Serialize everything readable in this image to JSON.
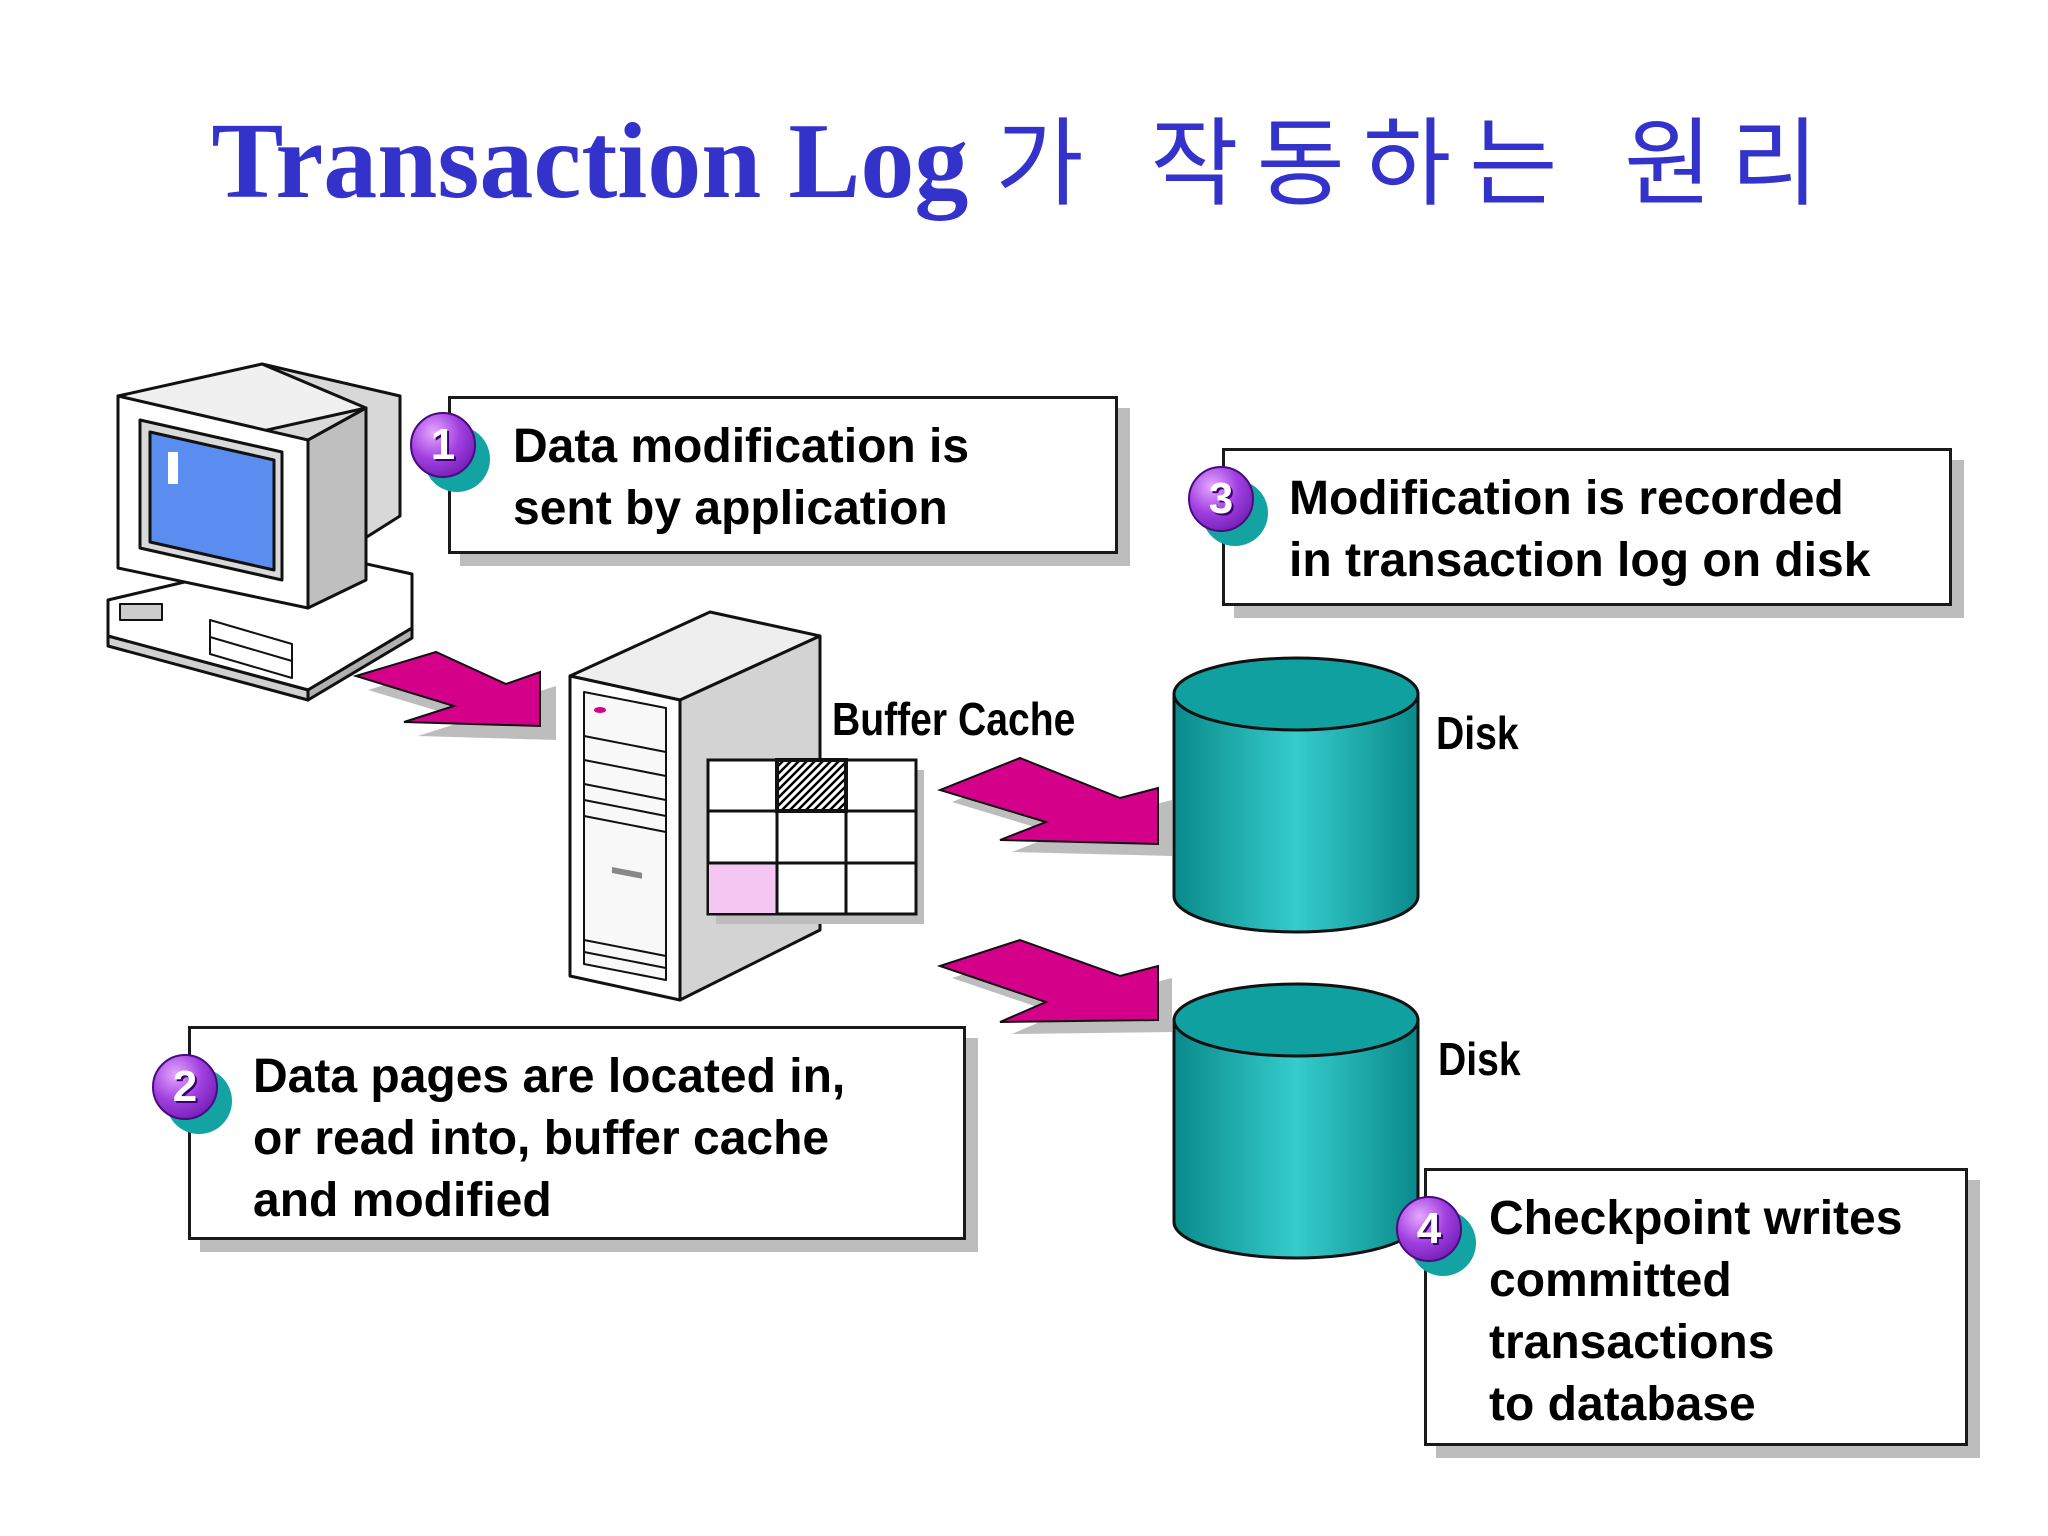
{
  "title": {
    "latin": "Transaction Log",
    "korean": "가 작동하는 원리"
  },
  "steps": [
    {
      "number": "1",
      "lines": [
        "Data modification is",
        "sent by application"
      ]
    },
    {
      "number": "2",
      "lines": [
        "Data pages are located in,",
        "or read into, buffer cache",
        "and modified"
      ]
    },
    {
      "number": "3",
      "lines": [
        "Modification is recorded",
        "in transaction log on disk"
      ]
    },
    {
      "number": "4",
      "lines": [
        "Checkpoint writes",
        "committed",
        "transactions",
        "to database"
      ]
    }
  ],
  "labels": {
    "buffer_cache": "Buffer Cache",
    "disk_top": "Disk",
    "disk_bottom": "Disk"
  },
  "colors": {
    "title": "#3333cc",
    "arrow": "#d4008a",
    "disk": "#11a3a3",
    "badge": "#a03fe0",
    "screen": "#5b8df0"
  }
}
